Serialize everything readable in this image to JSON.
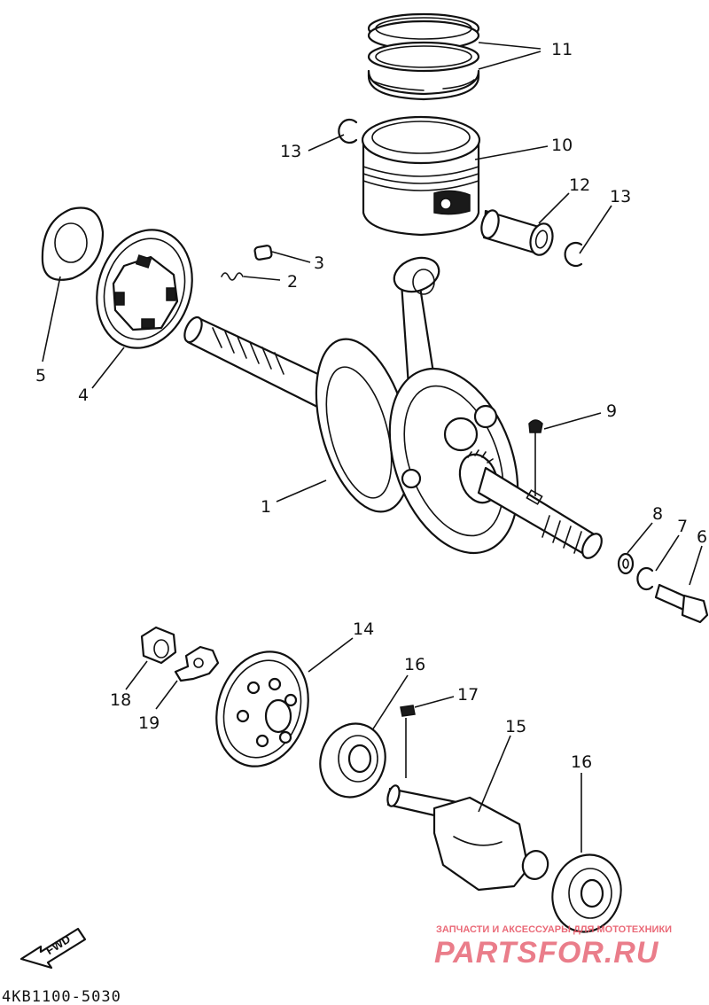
{
  "diagram": {
    "drawing_code": "4KB1100-5030",
    "direction_label": "FWD",
    "callouts": [
      {
        "id": "1",
        "label": "1"
      },
      {
        "id": "2",
        "label": "2"
      },
      {
        "id": "3",
        "label": "3"
      },
      {
        "id": "4",
        "label": "4"
      },
      {
        "id": "5",
        "label": "5"
      },
      {
        "id": "6",
        "label": "6"
      },
      {
        "id": "7",
        "label": "7"
      },
      {
        "id": "8",
        "label": "8"
      },
      {
        "id": "9",
        "label": "9"
      },
      {
        "id": "10",
        "label": "10"
      },
      {
        "id": "11",
        "label": "11"
      },
      {
        "id": "12",
        "label": "12"
      },
      {
        "id": "13a",
        "label": "13"
      },
      {
        "id": "13b",
        "label": "13"
      },
      {
        "id": "14",
        "label": "14"
      },
      {
        "id": "15",
        "label": "15"
      },
      {
        "id": "16a",
        "label": "16"
      },
      {
        "id": "16b",
        "label": "16"
      },
      {
        "id": "17",
        "label": "17"
      },
      {
        "id": "18",
        "label": "18"
      },
      {
        "id": "19",
        "label": "19"
      }
    ]
  },
  "watermark": {
    "tagline": "ЗАПЧАСТИ И АКСЕССУАРЫ ДЛЯ МОТОТЕХНИКИ",
    "logo": "PARTSFOR.RU",
    "color": "#e8707e"
  }
}
